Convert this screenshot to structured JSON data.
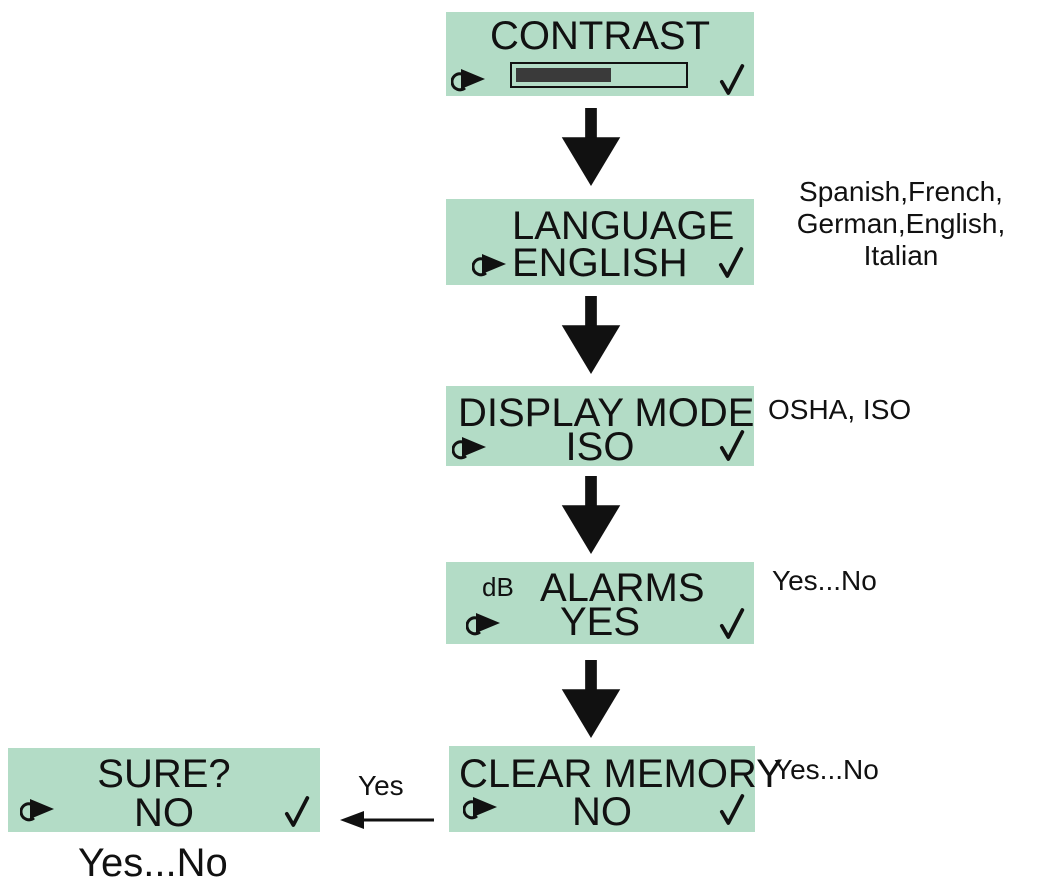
{
  "screens": {
    "contrast": {
      "title": "CONTRAST",
      "level": 0.57
    },
    "language": {
      "title": "LANGUAGE",
      "value": "ENGLISH",
      "options": "Spanish,French,\nGerman,English,\nItalian"
    },
    "display_mode": {
      "title": "DISPLAY MODE",
      "value": "ISO",
      "options": "OSHA, ISO"
    },
    "alarms": {
      "prefix": "dB",
      "title": "ALARMS",
      "value": "YES",
      "options": "Yes...No"
    },
    "clear_memory": {
      "title": "CLEAR MEMORY",
      "value": "NO",
      "options": "Yes...No"
    },
    "sure": {
      "title": "SURE?",
      "value": "NO",
      "options": "Yes...No"
    }
  },
  "edge_yes_label": "Yes",
  "colors": {
    "screen_bg": "#b3dcc6",
    "ink": "#111111",
    "bar_fill": "#3a3a3a"
  },
  "icons": {
    "back": "back-arrow-icon",
    "confirm": "check-icon"
  }
}
